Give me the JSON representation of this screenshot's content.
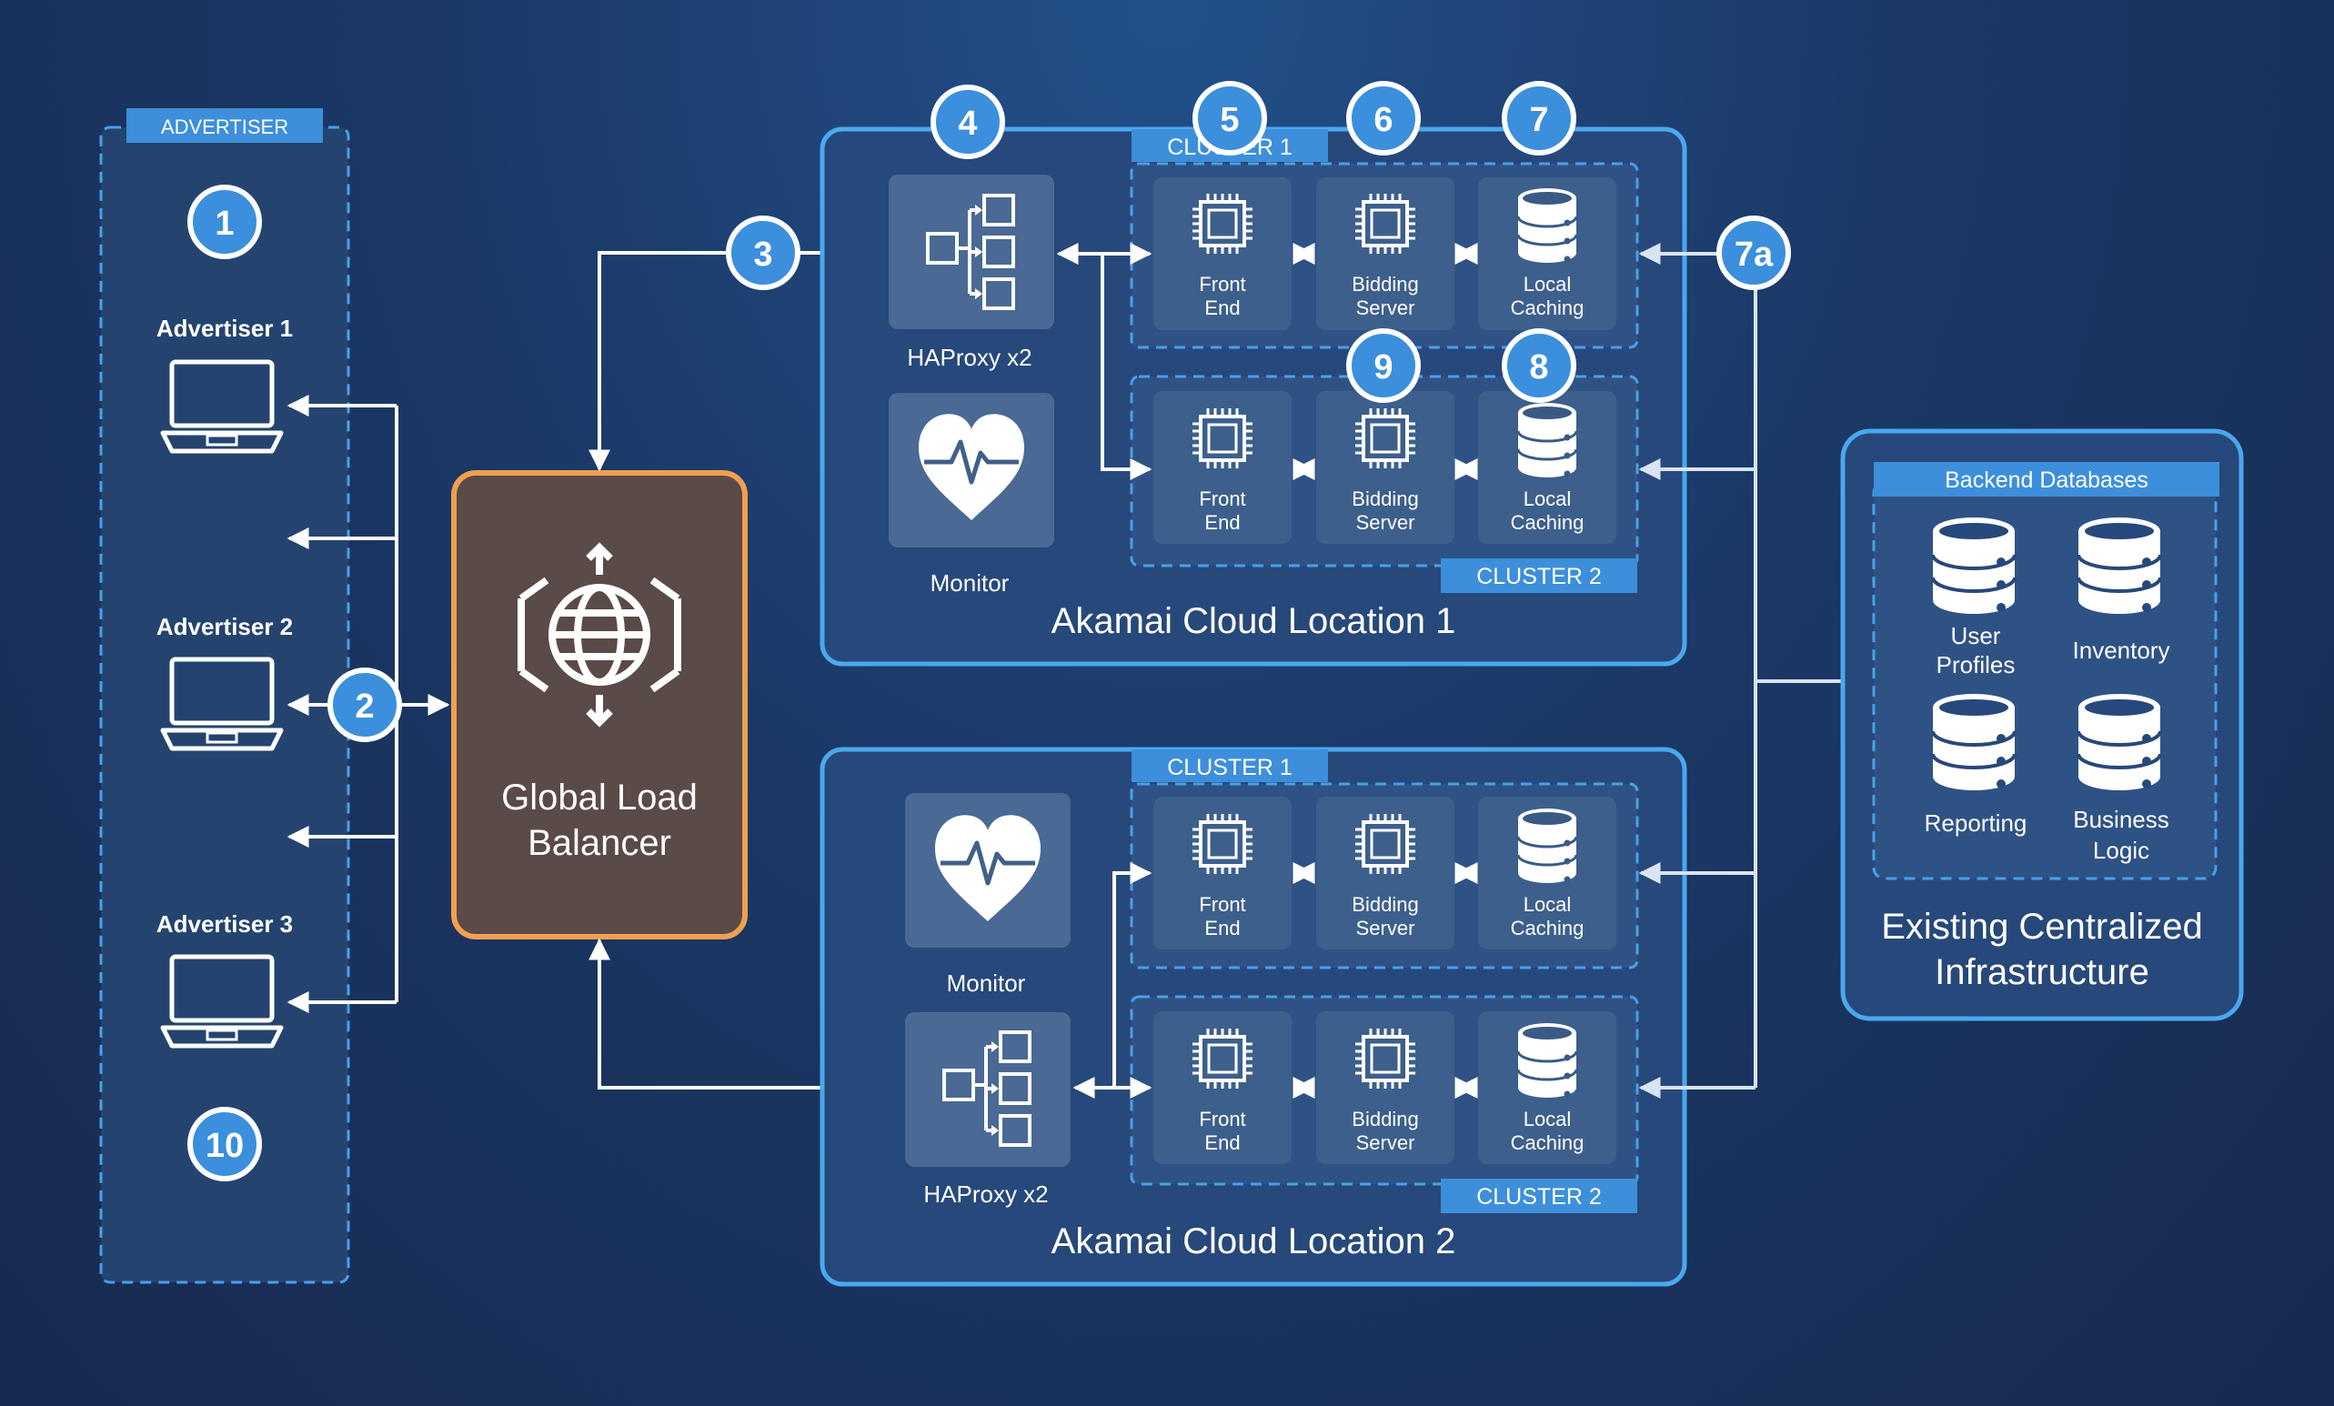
{
  "advertiser": {
    "header": "ADVERTISER",
    "items": [
      "Advertiser 1",
      "Advertiser 2",
      "Advertiser 3"
    ]
  },
  "glb": {
    "line1": "Global Load",
    "line2": "Balancer"
  },
  "loc1": {
    "title": "Akamai Cloud Location 1",
    "haproxy": "HAProxy x2",
    "monitor": "Monitor",
    "cluster1": "CLUSTER 1",
    "cluster2": "CLUSTER 2"
  },
  "loc2": {
    "title": "Akamai Cloud Location 2",
    "haproxy": "HAProxy x2",
    "monitor": "Monitor",
    "cluster1": "CLUSTER 1",
    "cluster2": "CLUSTER 2"
  },
  "tiles": {
    "fe1": "Front",
    "fe2": "End",
    "bs1": "Bidding",
    "bs2": "Server",
    "lc1": "Local",
    "lc2": "Caching"
  },
  "backend": {
    "header": "Backend Databases",
    "user1": "User",
    "user2": "Profiles",
    "inventory": "Inventory",
    "reporting": "Reporting",
    "biz1": "Business",
    "biz2": "Logic",
    "title1": "Existing Centralized",
    "title2": "Infrastructure"
  },
  "steps": {
    "s1": "1",
    "s2": "2",
    "s3": "3",
    "s4": "4",
    "s5": "5",
    "s6": "6",
    "s7": "7",
    "s7a": "7a",
    "s8": "8",
    "s9": "9",
    "s10": "10"
  },
  "colors": {
    "accent_blue": "#4a9fe6",
    "panel": "#27487a",
    "tile": "#3a5a85",
    "glb_fill": "#5a4a48",
    "glb_border": "#f0a050",
    "step_fill": "#3b8fdc"
  }
}
